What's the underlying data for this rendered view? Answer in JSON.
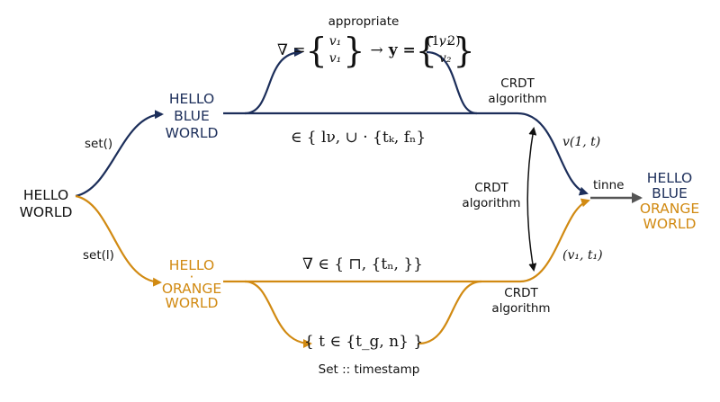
{
  "nodes": {
    "start": [
      "HELLO",
      "WORLD"
    ],
    "blue": [
      "HELLO",
      "BLUE",
      "WORLD"
    ],
    "orange": [
      "HELLO",
      "·",
      "ORANGE",
      "WORLD"
    ],
    "merged_blue": [
      "HELLO",
      "BLUE"
    ],
    "merged_orange": [
      "ORANGE",
      "WORLD"
    ]
  },
  "edge_labels": {
    "set_top": "set()",
    "set_bottom": "set(l)",
    "appropriate": "appropriate",
    "crdt_top": [
      "CRDT",
      "algorithm"
    ],
    "crdt_mid": [
      "CRDT",
      "algorithm"
    ],
    "crdt_bottom": [
      "CRDT",
      "algorithm"
    ],
    "tinne": "tinne",
    "set_timestamp": "Set :: timestamp",
    "pair": "(1, 2)",
    "v1t": "v(1, t)",
    "v1t1": "(v₁, t₁)"
  },
  "math": {
    "top_nabla": "∇ =",
    "top_col1": [
      "v₁",
      "v₁"
    ],
    "top_arrow": "→",
    "top_y": "y =",
    "top_col2": [
      "v₁",
      "v₂"
    ],
    "mid_blue": "∈ { lν, ∪ · {tₖ, fₙ}",
    "mid_orange": "∇ ∈ { ⊓, {tₙ, }}",
    "bottom": "{ t ∈ {t_g, n} }"
  },
  "colors": {
    "navy": "#1c2e5a",
    "orange": "#d18a12",
    "gray": "#555555",
    "black": "#111111"
  }
}
